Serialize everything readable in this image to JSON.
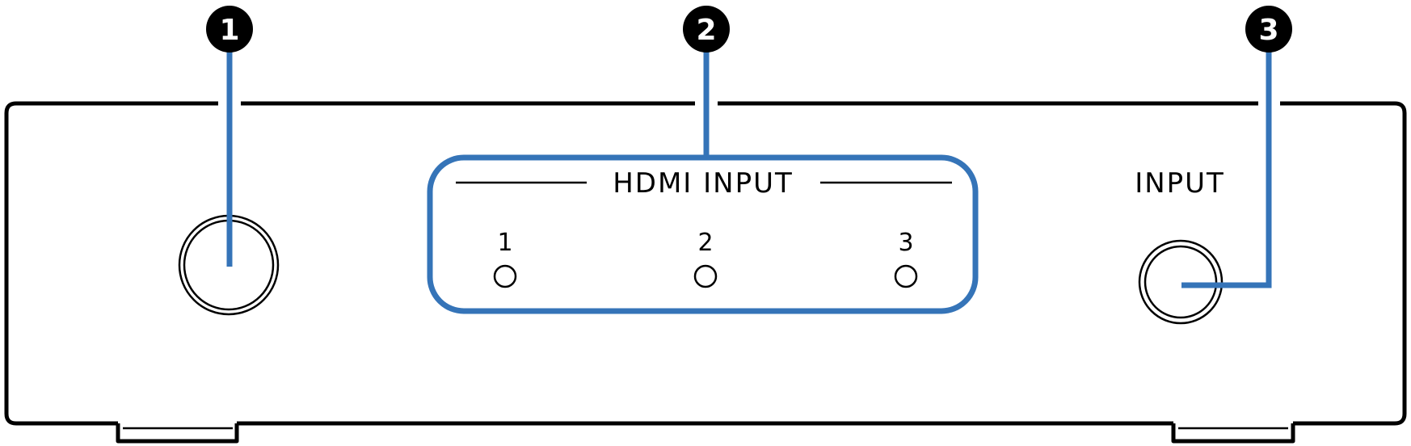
{
  "callouts": [
    {
      "number": "1",
      "target": "knob"
    },
    {
      "number": "2",
      "target": "hdmi-input-panel"
    },
    {
      "number": "3",
      "target": "input-button"
    }
  ],
  "panel": {
    "title": "HDMI INPUT",
    "indicators": [
      "1",
      "2",
      "3"
    ]
  },
  "input_button": {
    "label": "INPUT"
  },
  "colors": {
    "callout": "#3574b8",
    "outline": "#000000",
    "badge": "#000000",
    "badge_text": "#ffffff"
  }
}
